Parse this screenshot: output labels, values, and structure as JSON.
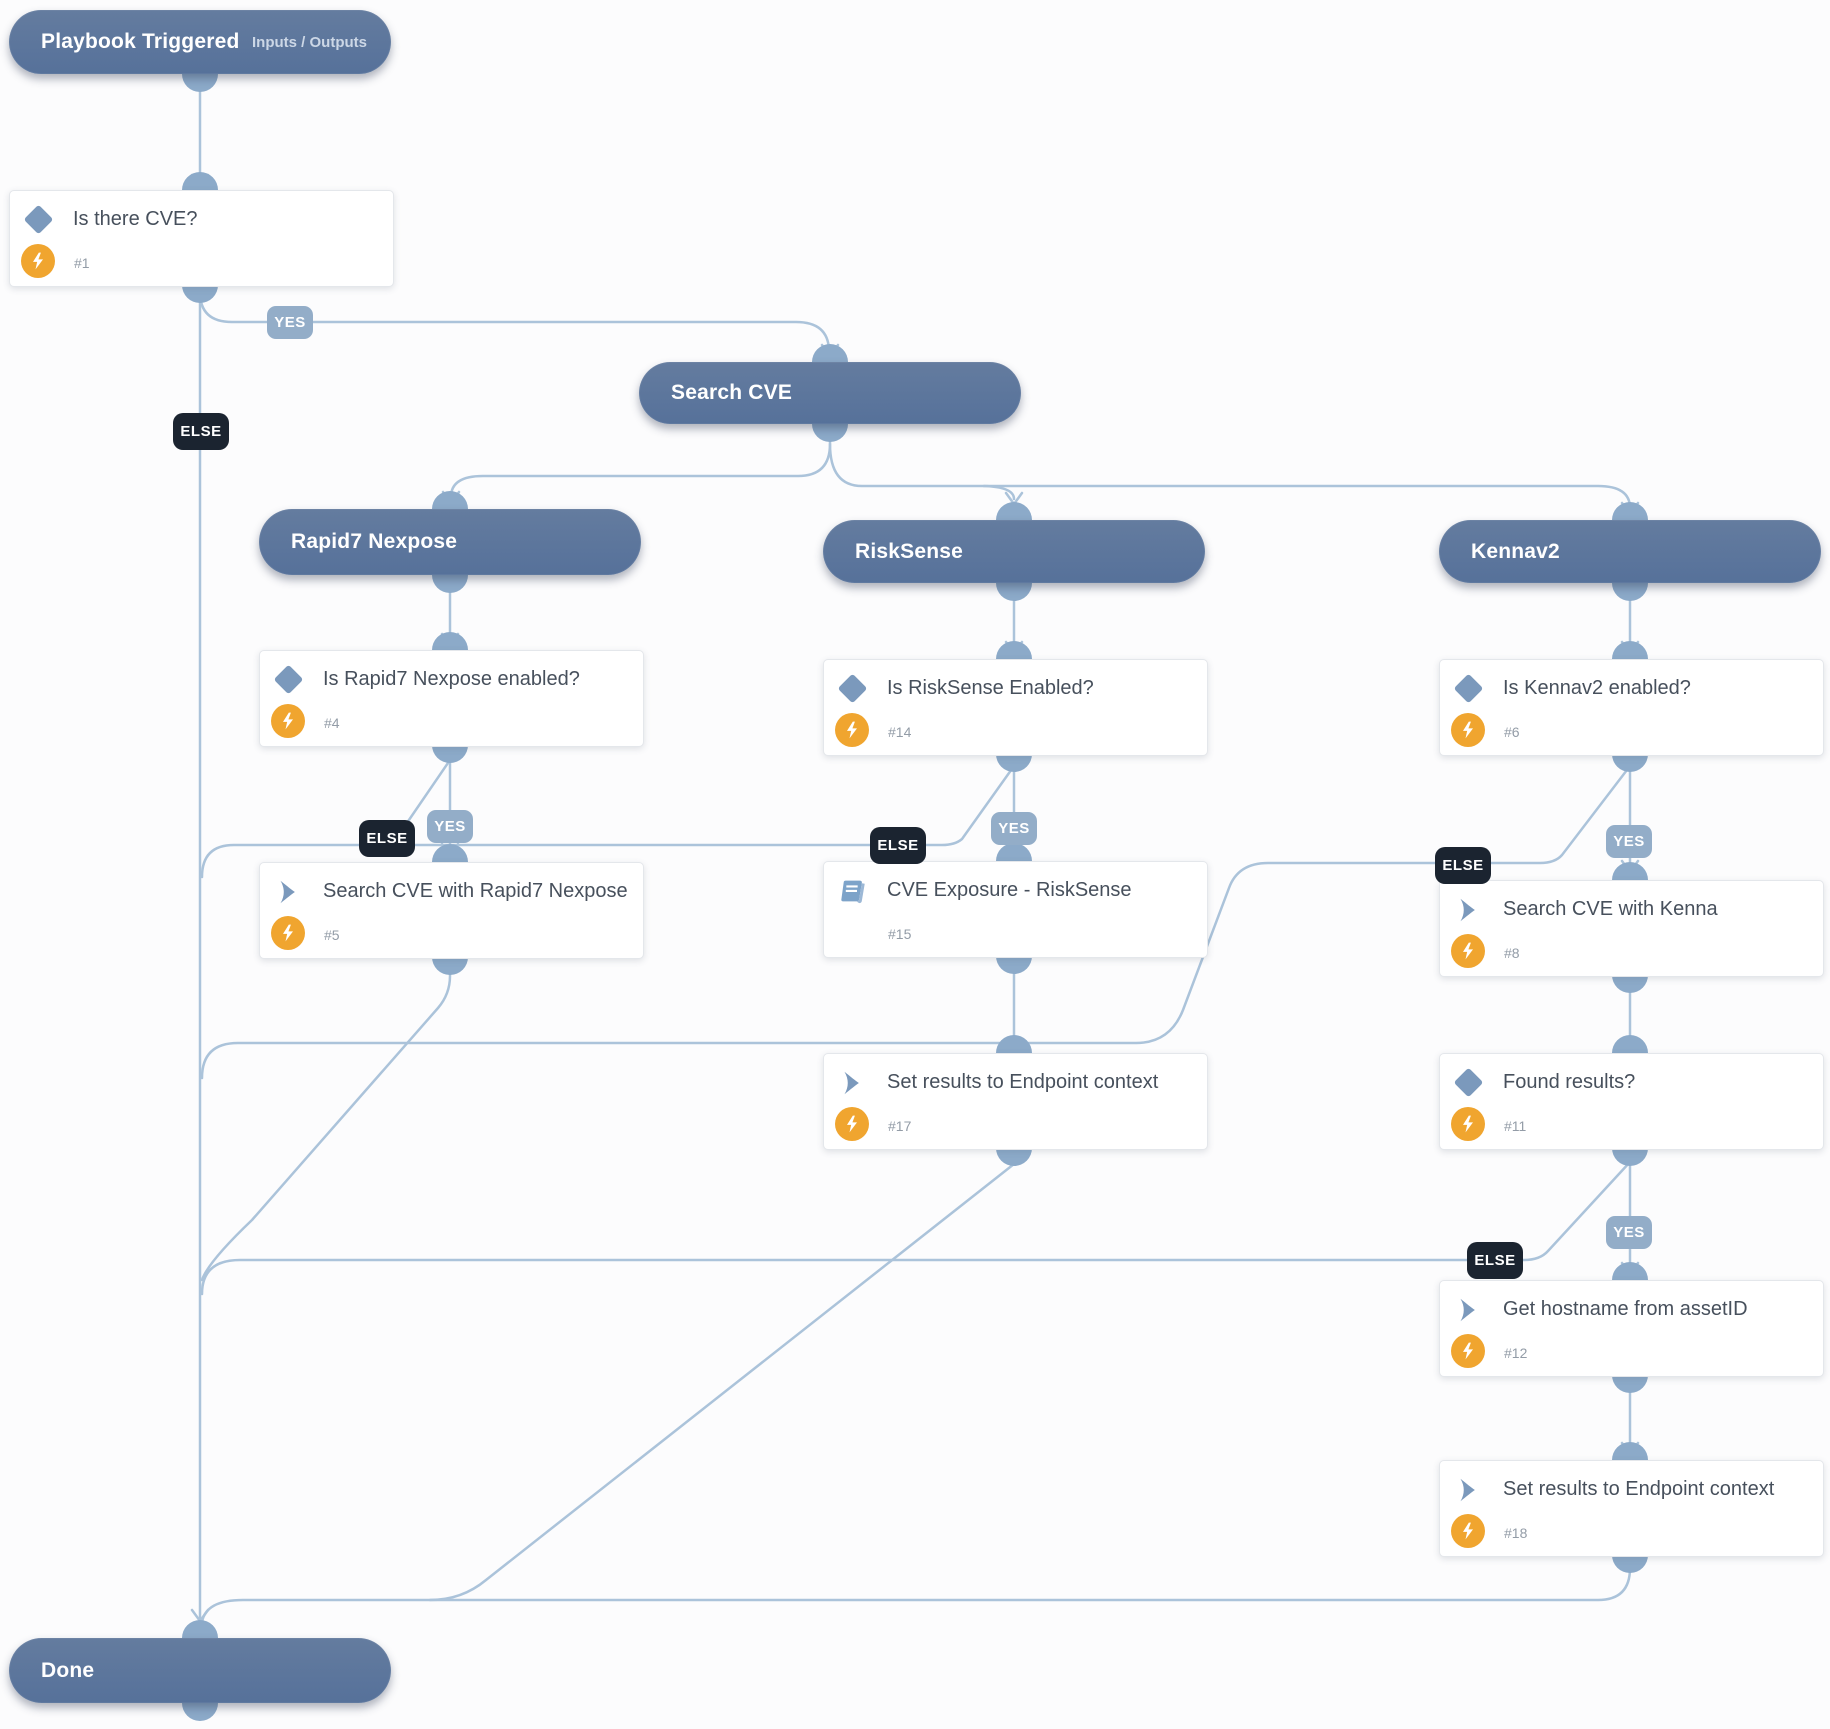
{
  "nodes": {
    "playbook_triggered": {
      "title": "Playbook Triggered",
      "meta": "Inputs / Outputs"
    },
    "is_there_cve": {
      "title": "Is there CVE?",
      "num": "#1"
    },
    "search_cve": {
      "title": "Search CVE"
    },
    "rapid7_nexpose": {
      "title": "Rapid7 Nexpose"
    },
    "risksense": {
      "title": "RiskSense"
    },
    "kennav2": {
      "title": "Kennav2"
    },
    "is_rapid7_enabled": {
      "title": "Is Rapid7 Nexpose enabled?",
      "num": "#4"
    },
    "search_cve_rapid7": {
      "title": "Search CVE with Rapid7 Nexpose",
      "num": "#5"
    },
    "is_risksense_enabled": {
      "title": "Is RiskSense Enabled?",
      "num": "#14"
    },
    "cve_exposure_risksense": {
      "title": "CVE Exposure - RiskSense",
      "num": "#15"
    },
    "set_results_endpoint_risksense": {
      "title": "Set results to Endpoint context",
      "num": "#17"
    },
    "is_kennav2_enabled": {
      "title": "Is Kennav2 enabled?",
      "num": "#6"
    },
    "search_cve_kenna": {
      "title": "Search CVE with Kenna",
      "num": "#8"
    },
    "found_results": {
      "title": "Found results?",
      "num": "#11"
    },
    "get_hostname_from_assetid": {
      "title": "Get hostname from assetID",
      "num": "#12"
    },
    "set_results_endpoint_kenna": {
      "title": "Set results to Endpoint context",
      "num": "#18"
    },
    "done": {
      "title": "Done"
    }
  },
  "labels": {
    "yes": "YES",
    "else": "ELSE"
  },
  "icons": {
    "condition": "diamond-icon",
    "task": "double-chevron-icon",
    "sub_playbook": "book-icon",
    "automation": "lightning-bolt-icon"
  },
  "colors": {
    "pill": "#5b7397",
    "edge": "#abc3da",
    "connector_dot": "#8caac9",
    "yes_label": "#93adc8",
    "else_label": "#1b2430",
    "bolt_circle": "#f0a52f",
    "diamond": "#7b99bc",
    "title_text": "#47505c",
    "num_text": "#939ca7"
  }
}
